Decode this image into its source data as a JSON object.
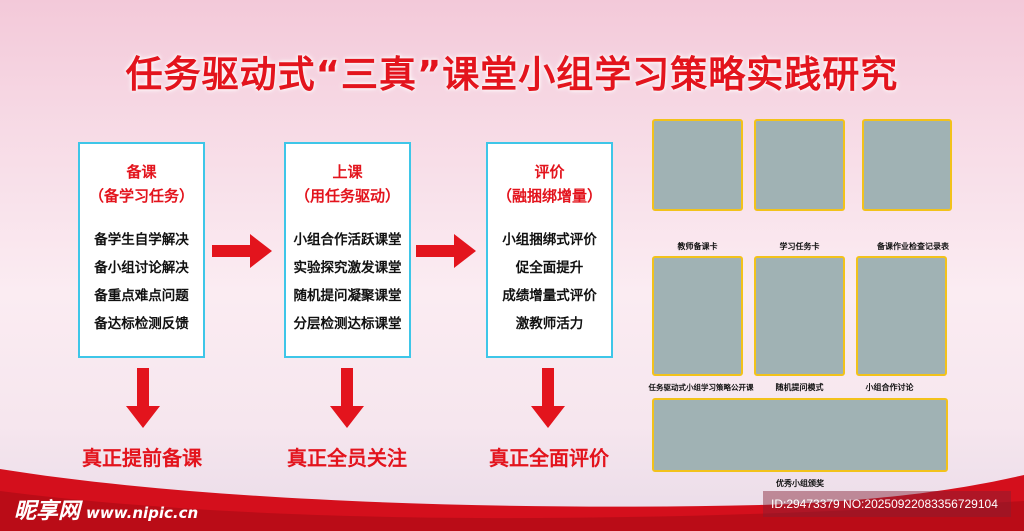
{
  "title": "任务驱动式“三真”课堂小组学习策略实践研究",
  "columns": [
    {
      "heading1": "备课",
      "heading2": "（备学习任务）",
      "items": [
        "备学生自学解决",
        "备小组讨论解决",
        "备重点难点问题",
        "备达标检测反馈"
      ],
      "result": "真正提前备课"
    },
    {
      "heading1": "上课",
      "heading2": "（用任务驱动）",
      "items": [
        "小组合作活跃课堂",
        "实验探究激发课堂",
        "随机提问凝聚课堂",
        "分层检测达标课堂"
      ],
      "result": "真正全员关注"
    },
    {
      "heading1": "评价",
      "heading2": "（融捆绑增量）",
      "items": [
        "小组捆绑式评价",
        "促全面提升",
        "成绩增量式评价",
        "激教师活力"
      ],
      "result": "真正全面评价"
    }
  ],
  "photos": [
    "教师备课卡",
    "学习任务卡",
    "备课作业检查记录表",
    "任务驱动式小组学习策略公开课",
    "随机提问模式",
    "小组合作讨论",
    "优秀小组颁奖"
  ],
  "watermark": {
    "brand": "昵享网",
    "url": "www.nipic.cn",
    "id": "ID:29473379 NO:20250922083356729104"
  },
  "colors": {
    "red": "#e3141d",
    "border": "#3ec6e8",
    "photo": "#a0b2b4",
    "frame": "#f2c21b"
  }
}
